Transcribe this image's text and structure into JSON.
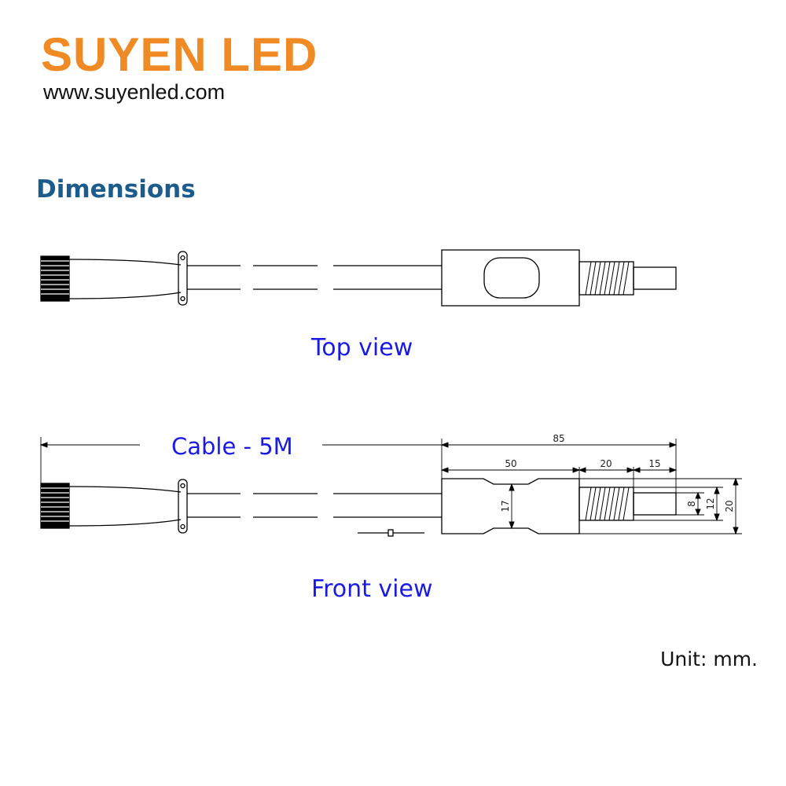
{
  "header": {
    "brand": "SUYEN LED",
    "website": "www.suyenled.com"
  },
  "section": {
    "title": "Dimensions"
  },
  "views": {
    "top_label": "Top view",
    "front_label": "Front view"
  },
  "cable": {
    "label": "Cable - 5M"
  },
  "dimensions": {
    "overall": "85",
    "body": "50",
    "thread": "20",
    "tip": "15",
    "body_height": "17",
    "tip_diameter": "8",
    "thread_diameter": "12",
    "overall_height": "20"
  },
  "footer": {
    "unit": "Unit: mm."
  },
  "colors": {
    "brand": "#F08A24",
    "title": "#1B5C8C",
    "view_label": "#1A1AE6",
    "line": "#000000"
  }
}
